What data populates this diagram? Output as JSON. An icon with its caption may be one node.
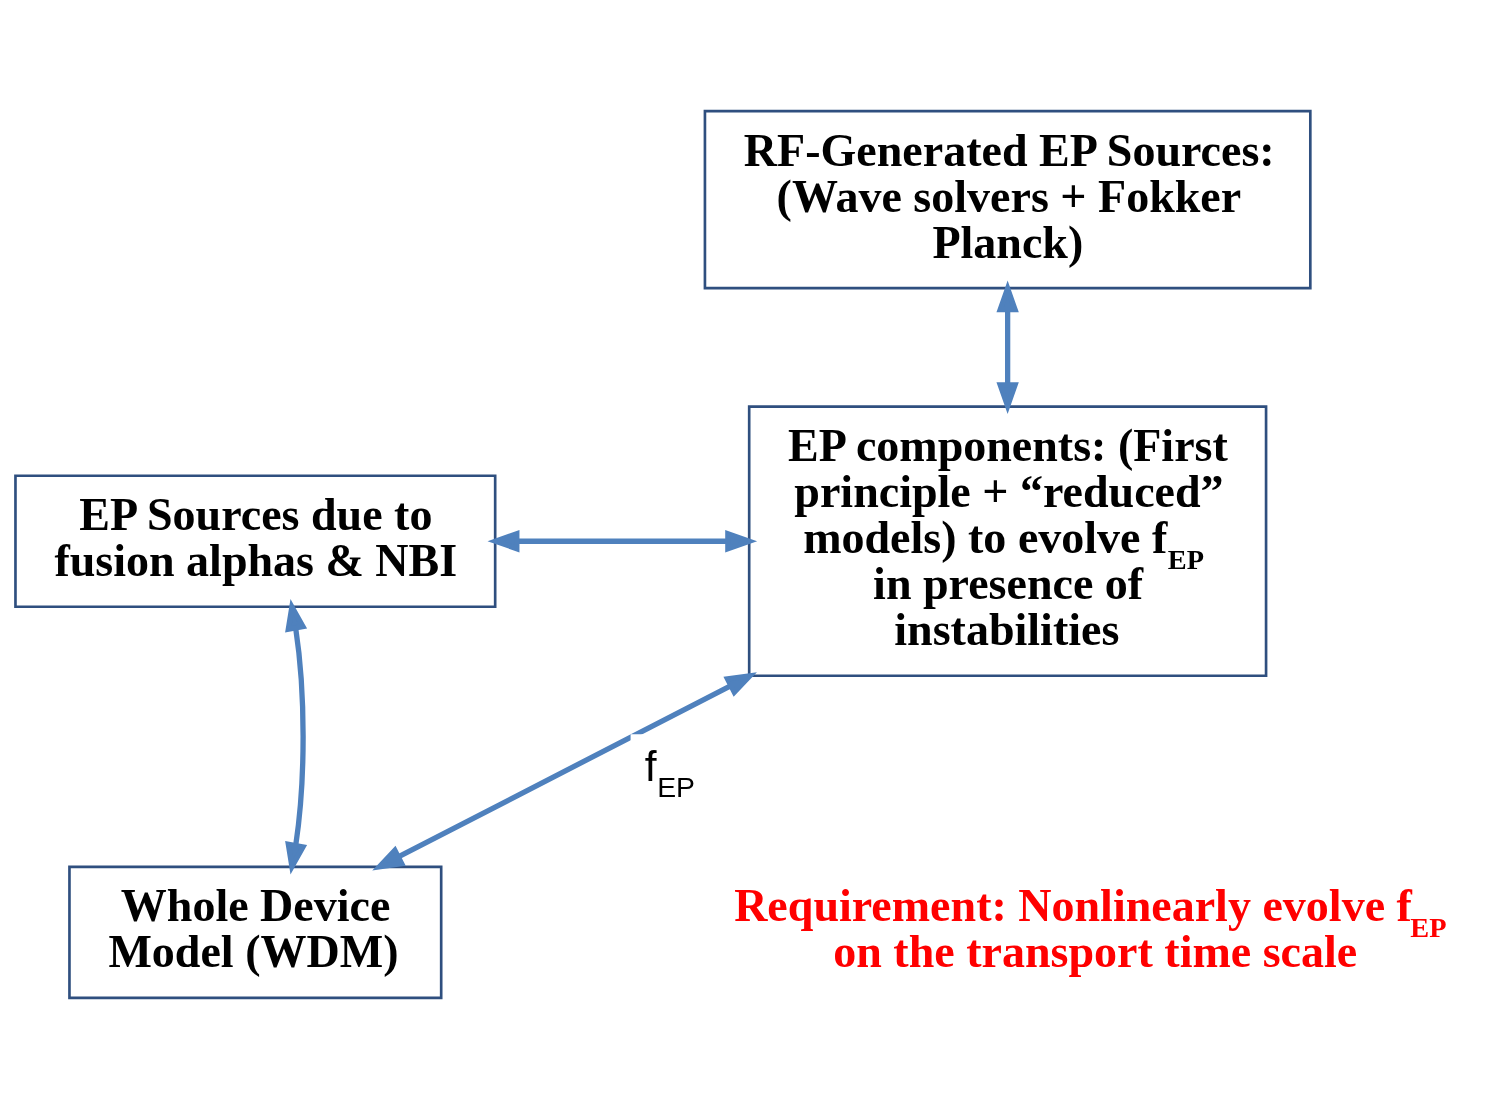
{
  "diagram": {
    "nodes": [
      {
        "text": [
          "RF-Generated EP Sources: (Wave solvers + Fokker Planck)"
        ]
      },
      {
        "text": [
          "EP Sources due to fusion alphas & NBI"
        ]
      },
      {
        "text": [
          "EP components: (First principle + “reduced” models) to evolve f$_{EP}$ in presence of instabilities"
        ]
      },
      {
        "text": [
          "Whole Device Model (WDM)"
        ]
      }
    ],
    "edges": [
      {
        "from": 0,
        "to": 2,
        "arrow": "both"
      },
      {
        "from": 1,
        "to": 2,
        "arrow": "both"
      },
      {
        "from": 3,
        "to": 1,
        "arrow": "both"
      },
      {
        "from": 3,
        "to": 2,
        "arrow": "both",
        "label": "f$_{EP}$"
      }
    ],
    "labels": [
      "Requirement: Nonlinearly evolve f$_{EP}$ on the transport time scale"
    ]
  }
}
